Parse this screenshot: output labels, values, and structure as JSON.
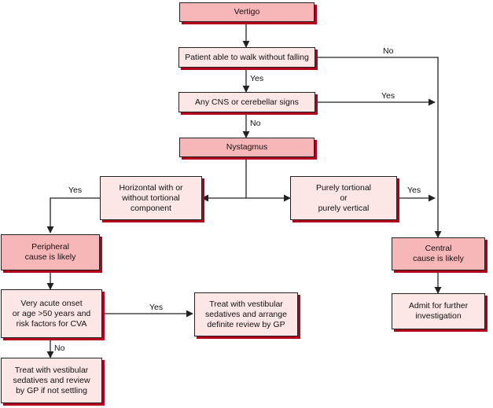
{
  "nodes": {
    "vertigo": "Vertigo",
    "walk": "Patient able to walk without falling",
    "cns": "Any CNS or cerebellar signs",
    "nystagmus": "Nystagmus",
    "horizontal": "Horizontal with or\nwithout tortional\ncomponent",
    "tortional": "Purely tortional\nor\npurely vertical",
    "peripheral": "Peripheral\ncause is likely",
    "central": "Central\ncause is likely",
    "acute": "Very acute onset\nor age >50 years and\nrisk factors for CVA",
    "review": "Treat with vestibular\nsedatives and arrange\ndefinite review by GP",
    "admit": "Admit for further\ninvestigation",
    "treat": "Treat with vestibular\nsedatives and review\nby GP if not settling"
  },
  "edge_labels": {
    "walk_no": "No",
    "walk_yes": "Yes",
    "cns_yes": "Yes",
    "cns_no": "No",
    "horizontal_yes": "Yes",
    "tortional_yes": "Yes",
    "acute_yes": "Yes",
    "acute_no": "No"
  },
  "colors": {
    "primary_fill": "#f7b7b9",
    "secondary_fill": "#fde6e6",
    "shadow": "#b3001b",
    "line": "#222222"
  }
}
